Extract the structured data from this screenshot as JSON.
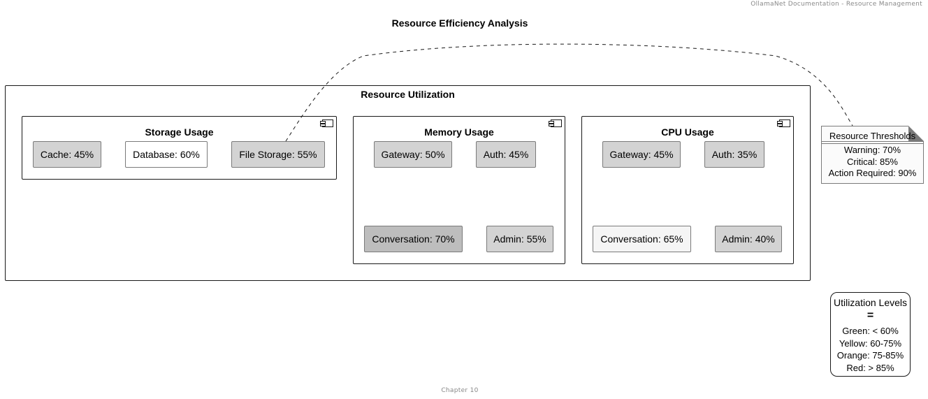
{
  "header": {
    "text": "OllamaNet Documentation - Resource Management"
  },
  "title": "Resource Efficiency Analysis",
  "group": {
    "title": "Resource Utilization",
    "components": [
      {
        "title": "Storage Usage",
        "nodes": [
          {
            "label": "Cache: 45%",
            "fill": "#d3d3d3"
          },
          {
            "label": "Database: 60%",
            "fill": "#ffffff"
          },
          {
            "label": "File Storage: 55%",
            "fill": "#d3d3d3"
          }
        ]
      },
      {
        "title": "Memory Usage",
        "nodes": [
          {
            "label": "Gateway: 50%",
            "fill": "#d3d3d3"
          },
          {
            "label": "Auth: 45%",
            "fill": "#d3d3d3"
          },
          {
            "label": "Conversation: 70%",
            "fill": "#bdbdbd"
          },
          {
            "label": "Admin: 55%",
            "fill": "#d3d3d3"
          }
        ]
      },
      {
        "title": "CPU Usage",
        "nodes": [
          {
            "label": "Gateway: 45%",
            "fill": "#d3d3d3"
          },
          {
            "label": "Auth: 35%",
            "fill": "#d3d3d3"
          },
          {
            "label": "Conversation: 65%",
            "fill": "#f5f5f5"
          },
          {
            "label": "Admin: 40%",
            "fill": "#d3d3d3"
          }
        ]
      }
    ]
  },
  "note": {
    "title": "Resource Thresholds",
    "lines": [
      "Warning: 70%",
      "Critical: 85%",
      "Action Required: 90%"
    ]
  },
  "legend": {
    "title": "Utilization Levels",
    "separator": "=",
    "lines": [
      "Green: < 60%",
      "Yellow: 60-75%",
      "Orange: 75-85%",
      "Red: > 85%"
    ]
  },
  "footer": {
    "text": "Chapter 10"
  },
  "colors": {
    "line": "#181818",
    "node_border": "#7a7a7a",
    "muted_text": "#888888"
  }
}
